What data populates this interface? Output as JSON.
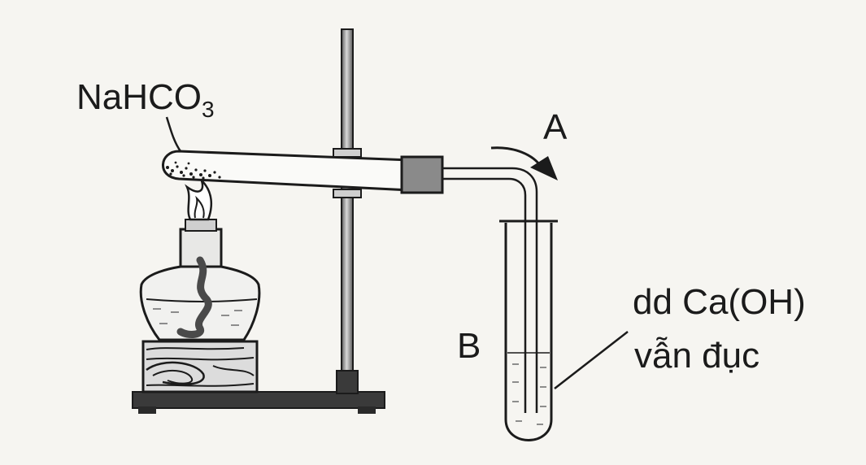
{
  "labels": {
    "compound_main": "NaHCO",
    "compound_sub": "3",
    "arrow_label": "A",
    "tube_label": "B",
    "solution_line1": "dd Ca(OH)",
    "solution_line2": "vẫn đục"
  },
  "colors": {
    "ink": "#1b1b1b",
    "background": "#f6f5f1",
    "stopper": "#8a8a8a",
    "rod": "#9a9a9a"
  }
}
